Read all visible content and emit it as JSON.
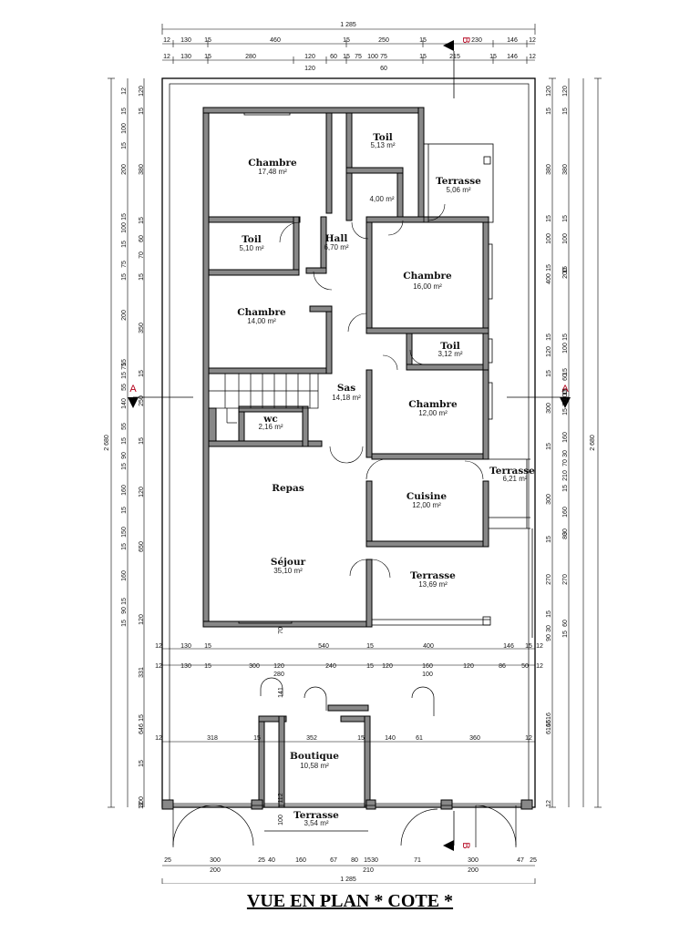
{
  "title": "VUE EN PLAN * COTE *",
  "rooms": [
    {
      "name": "Chambre",
      "area": "17,48 m²"
    },
    {
      "name": "Toil",
      "area": "5,13 m²"
    },
    {
      "name": "",
      "area": "4,00 m²"
    },
    {
      "name": "Terrasse",
      "area": "5,06 m²"
    },
    {
      "name": "Hall",
      "area": "6,70 m²"
    },
    {
      "name": "Toil",
      "area": "5,10 m²"
    },
    {
      "name": "Chambre",
      "area": "16,00 m²"
    },
    {
      "name": "Chambre",
      "area": "14,00 m²"
    },
    {
      "name": "Toil",
      "area": "3,12 m²"
    },
    {
      "name": "Sas",
      "area": "14,18 m²"
    },
    {
      "name": "Chambre",
      "area": "12,00 m²"
    },
    {
      "name": "wc",
      "area": "2,16 m²"
    },
    {
      "name": "Terrasse",
      "area": "6,21 m²"
    },
    {
      "name": "Repas",
      "area": ""
    },
    {
      "name": "Cuisine",
      "area": "12,00 m²"
    },
    {
      "name": "Séjour",
      "area": "35,10 m²"
    },
    {
      "name": "Terrasse",
      "area": "13,69 m²"
    },
    {
      "name": "Boutique",
      "area": "10,58 m²"
    },
    {
      "name": "Terrasse",
      "area": "3,54 m²"
    }
  ],
  "section_marks": {
    "a": "A",
    "b": "B"
  },
  "dims": {
    "top_total": "1 285",
    "top_row1": [
      "12",
      "130",
      "15",
      "460",
      "15",
      "250",
      "15",
      "230",
      "146",
      "12"
    ],
    "top_row2": [
      "12",
      "130",
      "15",
      "280",
      "120",
      "60",
      "15",
      "75",
      "100",
      "75",
      "15",
      "215",
      "15",
      "146",
      "12"
    ],
    "top_row2_sub": [
      "120",
      "60"
    ],
    "mid_row1": [
      "12",
      "130",
      "15",
      "540",
      "15",
      "400",
      "146",
      "15",
      "12"
    ],
    "mid_row2": [
      "12",
      "130",
      "15",
      "300",
      "120",
      "240",
      "15",
      "120",
      "160",
      "120",
      "86",
      "50",
      "12"
    ],
    "mid_row2_sub": [
      "280",
      "100"
    ],
    "mid_row3": [
      "12",
      "318",
      "15",
      "352",
      "15",
      "140",
      "61",
      "360",
      "12"
    ],
    "bot_row1": [
      "25",
      "300",
      "25",
      "40",
      "160",
      "67",
      "80",
      "15",
      "30",
      "71",
      "300",
      "47",
      "25"
    ],
    "bot_row1_sub": [
      "200",
      "210",
      "200"
    ],
    "bot_total": "1 285",
    "left_total": "2 680",
    "right_total": "2 680",
    "left_outer": [
      "12",
      "15",
      "100",
      "15",
      "200",
      "15",
      "100",
      "15",
      "75",
      "15",
      "200",
      "15",
      "75",
      "15",
      "55",
      "140",
      "55",
      "15",
      "90",
      "15",
      "160",
      "15",
      "150",
      "15",
      "160",
      "15",
      "90",
      "15"
    ],
    "left_inner": [
      "120",
      "15",
      "380",
      "15",
      "60",
      "70",
      "15",
      "350",
      "15",
      "250",
      "15",
      "120",
      "650",
      "120",
      "331",
      "15",
      "646",
      "15",
      "300",
      "12"
    ],
    "right_inner": [
      "120",
      "15",
      "380",
      "15",
      "100",
      "15",
      "400",
      "15",
      "120",
      "15",
      "300",
      "15",
      "300",
      "15",
      "270",
      "15",
      "30",
      "90",
      "616",
      "15",
      "616",
      "12"
    ],
    "right_outer": [
      "120",
      "15",
      "380",
      "15",
      "100",
      "15",
      "200",
      "15",
      "100",
      "15",
      "60",
      "15",
      "100",
      "70",
      "15",
      "160",
      "30",
      "70",
      "210",
      "15",
      "160",
      "30",
      "80",
      "270",
      "60",
      "15"
    ],
    "interior": [
      "141",
      "70",
      "112",
      "100"
    ]
  }
}
